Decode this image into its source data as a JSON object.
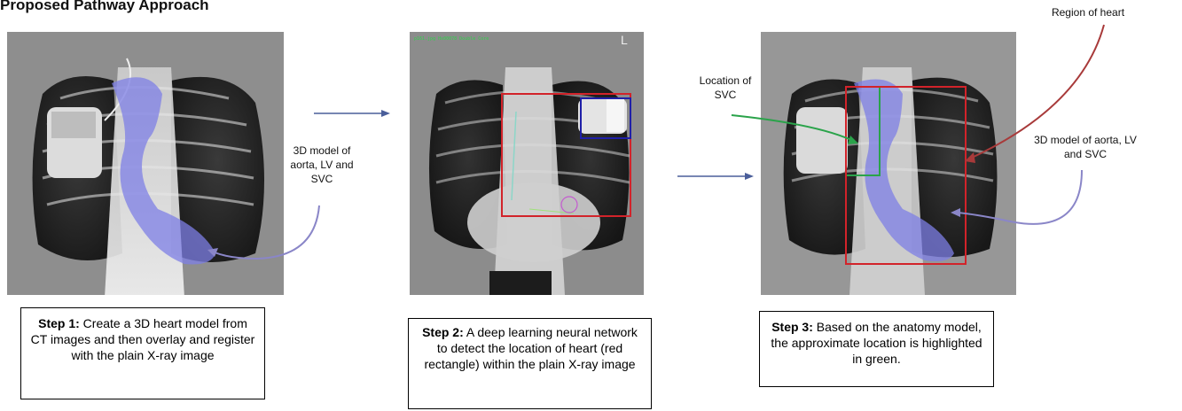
{
  "header": {
    "title": "Proposed Pathway Approach"
  },
  "panel1": {
    "annotation": "3D model of aorta, LV and SVC",
    "caption_step": "Step 1:",
    "caption_text": " Create a 3D heart model from CT images and then overlay and register with the plain X-ray image",
    "model_color": "#7d7fe6"
  },
  "panel2": {
    "overlay_text": "p161.jpg Hx00078 Double Core",
    "overlay_letter": "L",
    "caption_step": "Step 2:",
    "caption_text": " A deep learning neural network to detect the location of heart (red rectangle) within the plain X-ray image",
    "heart_box_color": "#d2232a",
    "device_box_color": "#1f1fa8"
  },
  "panel3": {
    "label_region": "Region of heart",
    "label_svc": "Location of SVC",
    "label_model": "3D model of aorta, LV and SVC",
    "caption_step": "Step 3:",
    "caption_text": " Based on the anatomy model, the approximate location is highlighted in green.",
    "heart_box_color": "#d2232a",
    "svc_box_color": "#2aa34a"
  },
  "arrows": {
    "flow_color": "#4a5e9a"
  }
}
